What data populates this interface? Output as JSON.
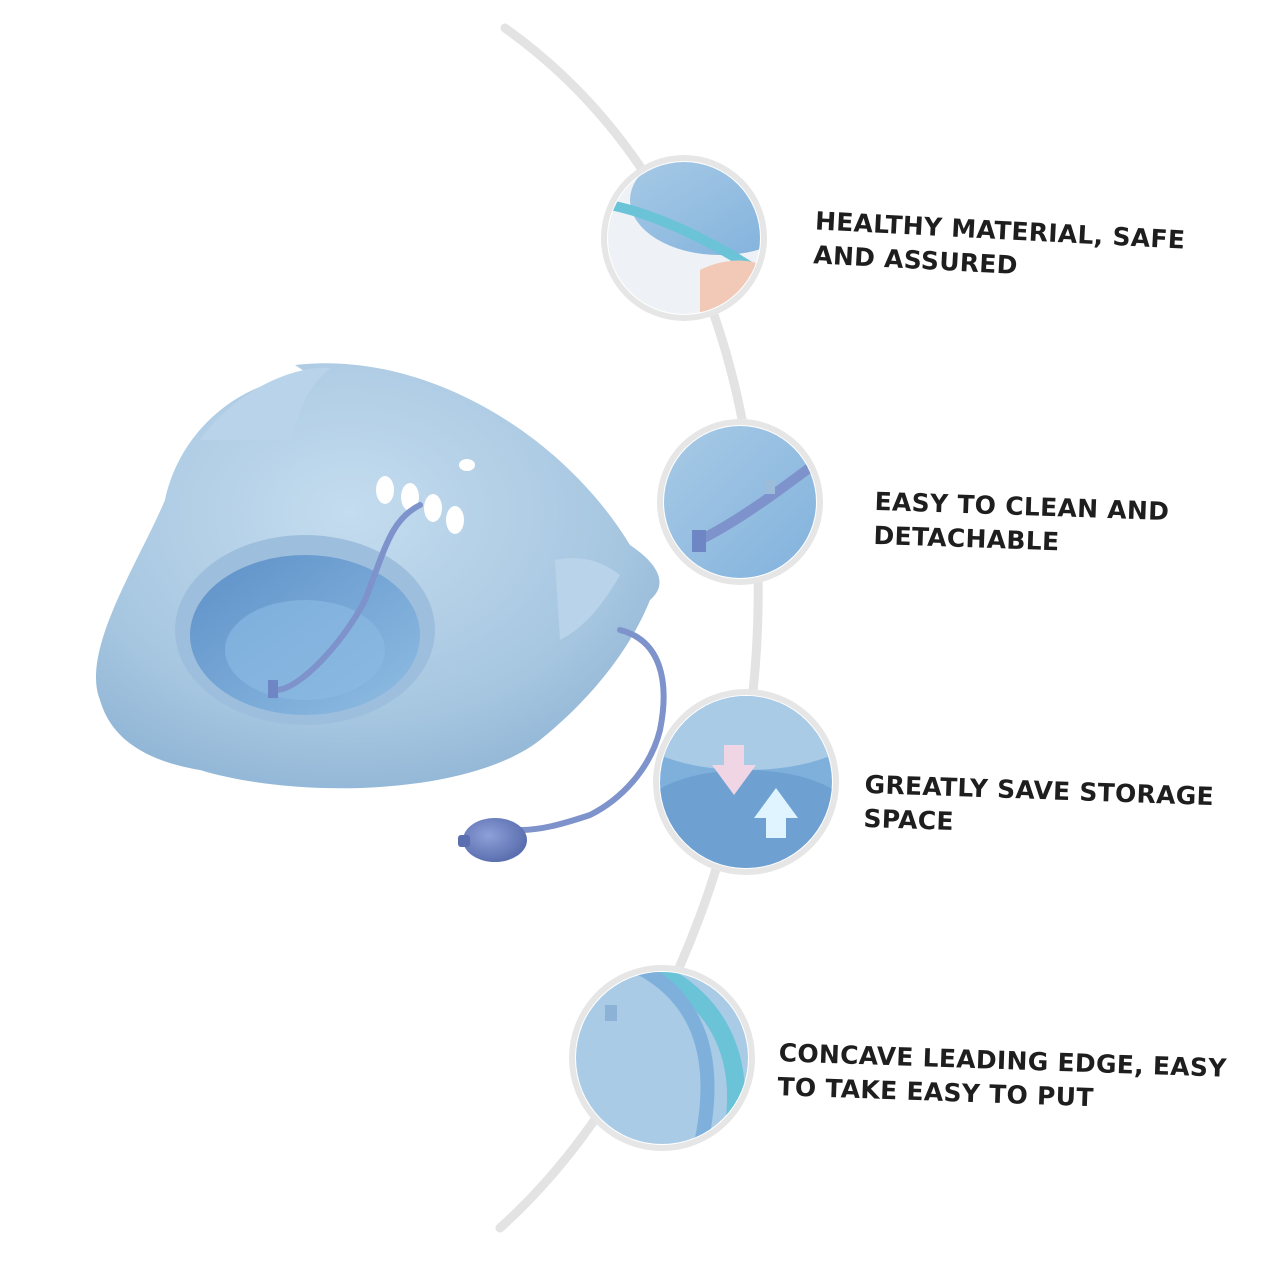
{
  "features": [
    {
      "lines": [
        "HEALTHY MATERIAL, SAFE",
        "AND ASSURED"
      ],
      "icon": "material-closeup"
    },
    {
      "lines": [
        "EASY TO CLEAN AND",
        "DETACHABLE"
      ],
      "icon": "hose-closeup"
    },
    {
      "lines": [
        "GREATLY SAVE STORAGE",
        "SPACE"
      ],
      "icon": "fold-arrows-closeup"
    },
    {
      "lines": [
        "CONCAVE LEADING EDGE, EASY",
        "TO TAKE EASY TO PUT"
      ],
      "icon": "edge-closeup"
    }
  ],
  "colors": {
    "product_blue": "#a8c9e2",
    "bowl_blue": "#7aa8d6",
    "bulb_blue": "#6f86c4",
    "arc_gray": "#e3e3e3",
    "text": "#1e1e1e"
  }
}
